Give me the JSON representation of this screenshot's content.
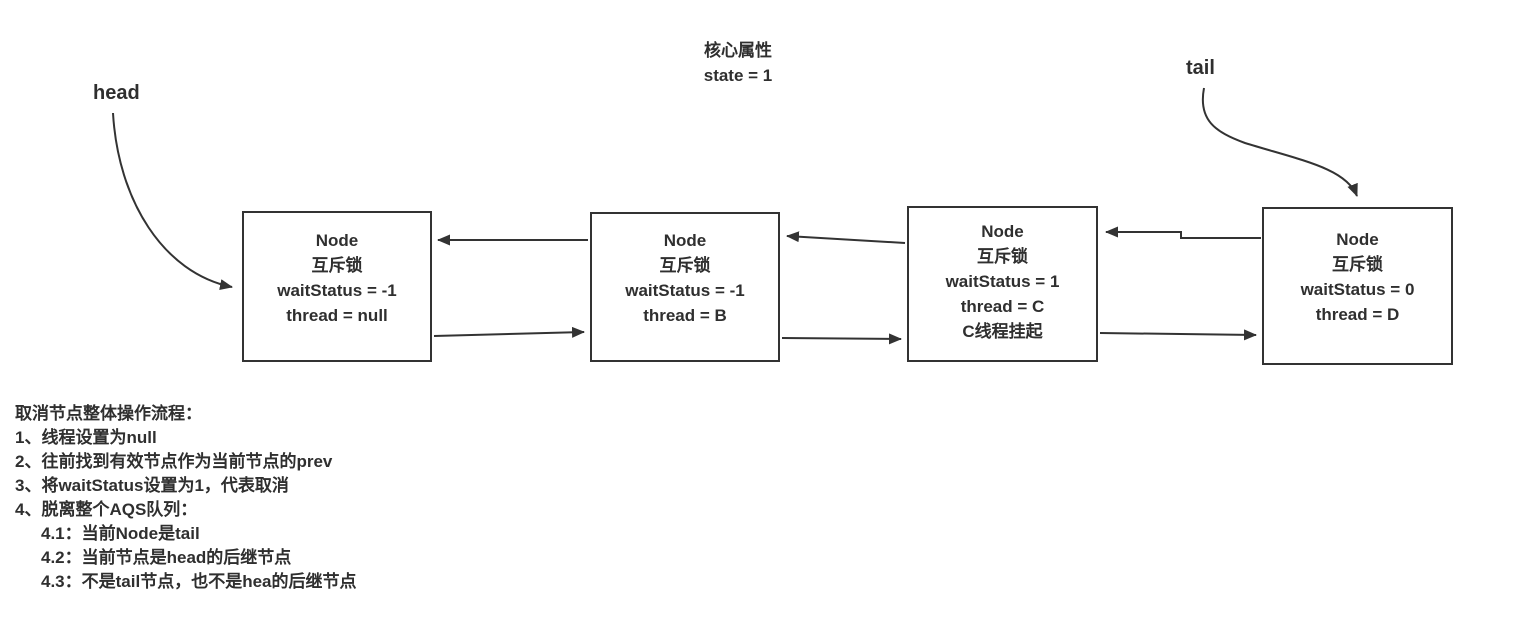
{
  "labels": {
    "head": "head",
    "tail": "tail"
  },
  "core_attr": {
    "title": "核心属性",
    "state": "state = 1"
  },
  "nodes": [
    {
      "lines": [
        "Node",
        "互斥锁",
        "waitStatus = -1",
        "thread = null"
      ]
    },
    {
      "lines": [
        "Node",
        "互斥锁",
        "waitStatus = -1",
        "thread = B"
      ]
    },
    {
      "lines": [
        "Node",
        "互斥锁",
        "waitStatus = 1",
        "thread = C",
        "C线程挂起"
      ]
    },
    {
      "lines": [
        "Node",
        "互斥锁",
        "waitStatus = 0",
        "thread = D"
      ]
    }
  ],
  "notes": {
    "lines": [
      "取消节点整体操作流程：",
      "1、线程设置为null",
      "2、往前找到有效节点作为当前节点的prev",
      "3、将waitStatus设置为1，代表取消",
      "4、脱离整个AQS队列：",
      "4.1：当前Node是tail",
      "4.2：当前节点是head的后继节点",
      "4.3：不是tail节点，也不是hea的后继节点"
    ]
  },
  "colors": {
    "line": "#333333",
    "text": "#2f2f2f",
    "background": "#ffffff"
  }
}
